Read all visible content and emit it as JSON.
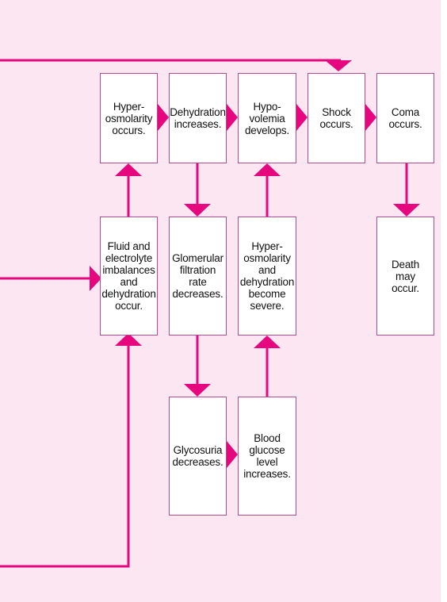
{
  "colors": {
    "background": "#fbe6f2",
    "arrow": "#e6077f",
    "box_border": "#b44a90",
    "box_fill": "#ffffff",
    "text": "#111111"
  },
  "boxes": {
    "hyperosmolarity": "Hyper-\nosmolarity\noccurs.",
    "dehydration": "Dehydration\nincreases.",
    "hypovolemia": "Hypo-\nvolemia\ndevelops.",
    "shock": "Shock\noccurs.",
    "coma": "Coma\noccurs.",
    "fluid": "Fluid and\nelectrolyte\nimbalances\nand\ndehydration\noccur.",
    "glomerular": "Glomerular\nfiltration\nrate\ndecreases.",
    "hyperosmolarity_severe": "Hyper-\nosmolarity\nand\ndehydration\nbecome\nsevere.",
    "death": "Death\nmay\noccur.",
    "glycosuria": "Glycosuria\ndecreases.",
    "blood_glucose": "Blood\nglucose\nlevel\nincreases."
  }
}
